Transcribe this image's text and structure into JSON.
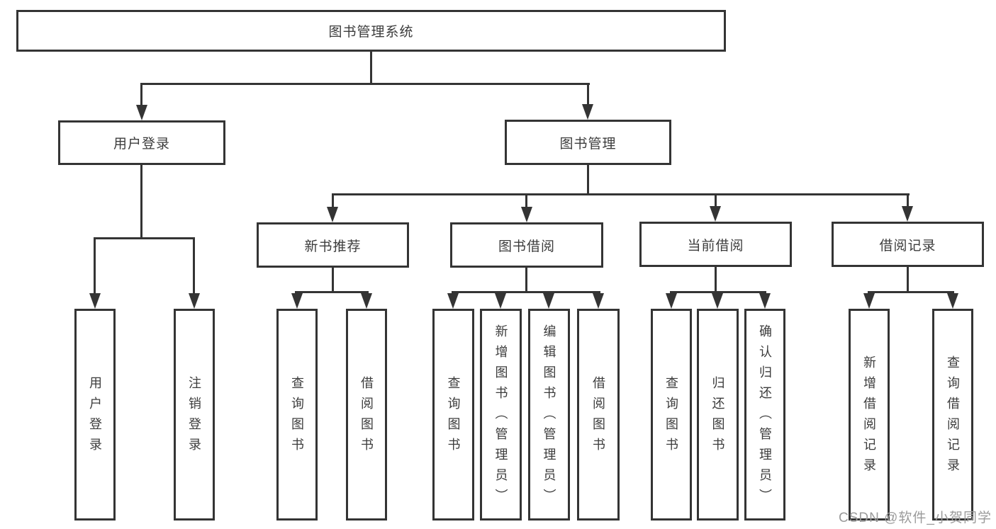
{
  "diagram": {
    "type": "hierarchy-tree",
    "colors": {
      "background": "#ffffff",
      "line": "#343434",
      "box_border": "#343434",
      "text": "#3c3c3c",
      "watermark": "#9b9b9b"
    },
    "tree": {
      "root": {
        "label": "图书管理系统",
        "children": [
          {
            "label": "用户登录",
            "children": [
              {
                "label": "用户登录"
              },
              {
                "label": "注销登录"
              }
            ]
          },
          {
            "label": "图书管理",
            "children": [
              {
                "label": "新书推荐",
                "children": [
                  {
                    "label": "查询图书"
                  },
                  {
                    "label": "借阅图书"
                  }
                ]
              },
              {
                "label": "图书借阅",
                "children": [
                  {
                    "label": "查询图书"
                  },
                  {
                    "label": "新增图书（管理员）"
                  },
                  {
                    "label": "编辑图书（管理员）"
                  },
                  {
                    "label": "借阅图书"
                  }
                ]
              },
              {
                "label": "当前借阅",
                "children": [
                  {
                    "label": "查询图书"
                  },
                  {
                    "label": "归还图书"
                  },
                  {
                    "label": "确认归还（管理员）"
                  }
                ]
              },
              {
                "label": "借阅记录",
                "children": [
                  {
                    "label": "新增借阅记录"
                  },
                  {
                    "label": "查询借阅记录"
                  }
                ]
              }
            ]
          }
        ]
      }
    },
    "watermark": {
      "text": "CSDN @软件_小贺同学"
    }
  }
}
